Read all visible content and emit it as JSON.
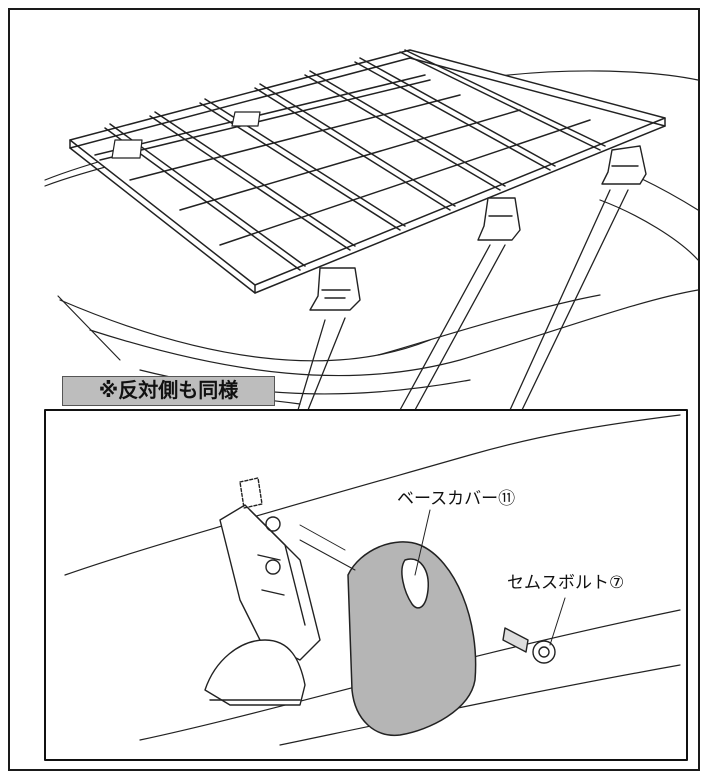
{
  "note": "※反対側も同様",
  "labels": {
    "base_cover": "ベースカバー⑪",
    "semsu_bolt": "セムスボルト⑦"
  }
}
